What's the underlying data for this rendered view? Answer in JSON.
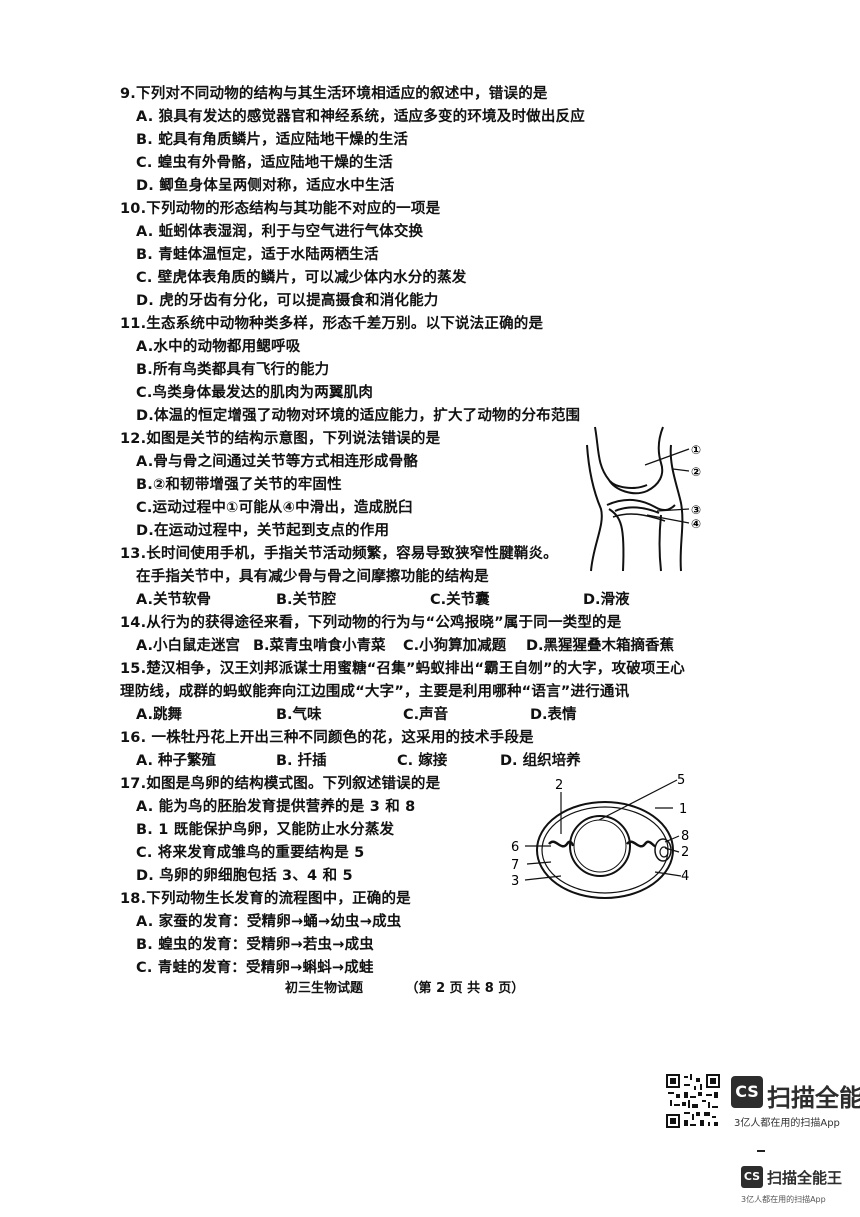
{
  "questions": [
    {
      "stem": "9.下列对不同动物的结构与其生活环境相适应的叙述中，错误的是",
      "options": [
        "A. 狼具有发达的感觉器官和神经系统，适应多变的环境及时做出反应",
        "B. 蛇具有角质鳞片，适应陆地干燥的生活",
        "C. 蝗虫有外骨骼，适应陆地干燥的生活",
        "D. 鲫鱼身体呈两侧对称，适应水中生活"
      ]
    },
    {
      "stem": "10.下列动物的形态结构与其功能不对应的一项是",
      "options": [
        "A. 蚯蚓体表湿润，利于与空气进行气体交换",
        "B. 青蛙体温恒定，适于水陆两栖生活",
        "C. 壁虎体表角质的鳞片，可以减少体内水分的蒸发",
        "D. 虎的牙齿有分化，可以提高摄食和消化能力"
      ]
    },
    {
      "stem": "11.生态系统中动物种类多样，形态千差万别。以下说法正确的是",
      "options": [
        "A.水中的动物都用鳃呼吸",
        "B.所有鸟类都具有飞行的能力",
        "C.鸟类身体最发达的肌肉为两翼肌肉",
        "D.体温的恒定增强了动物对环境的适应能力，扩大了动物的分布范围"
      ]
    },
    {
      "stem": "12.如图是关节的结构示意图，下列说法错误的是",
      "options": [
        "A.骨与骨之间通过关节等方式相连形成骨骼",
        "B.②和韧带增强了关节的牢固性",
        "C.运动过程中①可能从④中滑出，造成脱臼",
        "D.在运动过程中，关节起到支点的作用"
      ]
    },
    {
      "stem": "13.长时间使用手机，手指关节活动频繁，容易导致狭窄性腱鞘炎。",
      "stem2": "在手指关节中，具有减少骨与骨之间摩擦功能的结构是",
      "row_options": [
        "A.关节软骨",
        "B.关节腔",
        "C.关节囊",
        "D.滑液"
      ]
    },
    {
      "stem": "14.从行为的获得途径来看，下列动物的行为与“公鸡报晓”属于同一类型的是",
      "row_options": [
        "A.小白鼠走迷宫",
        "B.菜青虫啃食小青菜",
        "C.小狗算加减题",
        "D.黑猩猩叠木箱摘香蕉"
      ]
    },
    {
      "stem": "15.楚汉相争，汉王刘邦派谋士用蜜糖“召集”蚂蚁排出“霸王自刎”的大字，攻破项王心",
      "stem2": "理防线，成群的蚂蚁能奔向江边围成“大字”，主要是利用哪种“语言”进行通讯",
      "row_options": [
        "A.跳舞",
        "B.气味",
        "C.声音",
        "D.表情"
      ]
    },
    {
      "stem": "16. 一株牡丹花上开出三种不同颜色的花，这采用的技术手段是",
      "row_options": [
        "A. 种子繁殖",
        "B. 扦插",
        "C. 嫁接",
        "D. 组织培养"
      ]
    },
    {
      "stem": "17.如图是鸟卵的结构模式图。下列叙述错误的是",
      "options": [
        "A. 能为鸟的胚胎发育提供营养的是 3 和 8",
        "B. 1 既能保护鸟卵，又能防止水分蒸发",
        "C. 将来发育成雏鸟的重要结构是 5",
        "D. 鸟卵的卵细胞包括 3、4 和 5"
      ]
    },
    {
      "stem": "18.下列动物生长发育的流程图中，正确的是",
      "options": [
        "A. 家蚕的发育：受精卵→蛹→幼虫→成虫",
        "B. 蝗虫的发育：受精卵→若虫→成虫",
        "C. 青蛙的发育：受精卵→蝌蚪→成蛙"
      ]
    }
  ],
  "joint_labels": [
    "①",
    "②",
    "③",
    "④"
  ],
  "egg_labels": [
    "1",
    "2",
    "2",
    "3",
    "4",
    "5",
    "6",
    "7",
    "8"
  ],
  "footer": {
    "subject": "初三生物试题",
    "page": "（第 2 页 共 8 页）"
  },
  "scanner": {
    "logo_text": "CS",
    "name_big": "扫描全能王",
    "tagline": "3亿人都在用的扫描App",
    "name_small": "扫描全能王",
    "tagline_small": "3亿人都在用的扫描App"
  },
  "colors": {
    "text": "#111111",
    "background": "#ffffff",
    "brand": "#2d2d2d"
  }
}
